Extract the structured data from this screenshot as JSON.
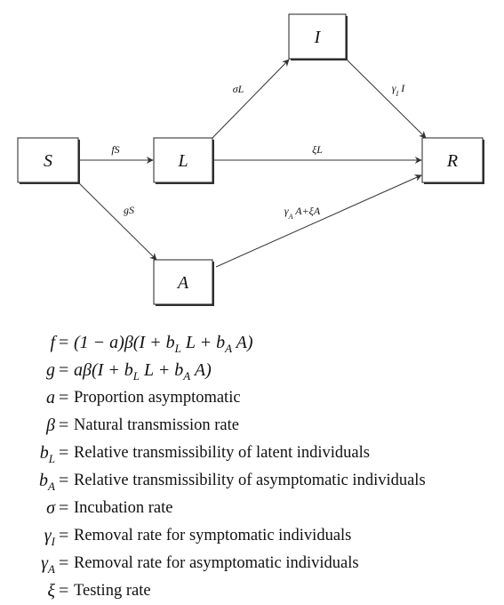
{
  "diagram": {
    "nodes": [
      {
        "id": "S",
        "label": "S"
      },
      {
        "id": "L",
        "label": "L"
      },
      {
        "id": "I",
        "label": "I"
      },
      {
        "id": "A",
        "label": "A"
      },
      {
        "id": "R",
        "label": "R"
      }
    ],
    "edges": [
      {
        "from": "S",
        "to": "L",
        "label": "fS"
      },
      {
        "from": "L",
        "to": "I",
        "label": "σL"
      },
      {
        "from": "I",
        "to": "R",
        "label": "γ_I I"
      },
      {
        "from": "L",
        "to": "R",
        "label": "ξL"
      },
      {
        "from": "S",
        "to": "A",
        "label": "gS"
      },
      {
        "from": "A",
        "to": "R",
        "label": "γ_A A+ξA"
      }
    ]
  },
  "definitions": [
    {
      "symbol": "f",
      "value": "(1 − a)β(I + b_L L + b_A A)",
      "math": true
    },
    {
      "symbol": "g",
      "value": "aβ(I + b_L L + b_A A)",
      "math": true
    },
    {
      "symbol": "a",
      "value": "Proportion asymptomatic",
      "math": false
    },
    {
      "symbol": "β",
      "value": "Natural transmission rate",
      "math": false
    },
    {
      "symbol": "b_L",
      "value": "Relative transmissibility of latent individuals",
      "math": false
    },
    {
      "symbol": "b_A",
      "value": "Relative transmissibility of asymptomatic individuals",
      "math": false
    },
    {
      "symbol": "σ",
      "value": "Incubation rate",
      "math": false
    },
    {
      "symbol": "γ_I",
      "value": "Removal rate for symptomatic individuals",
      "math": false
    },
    {
      "symbol": "γ_A",
      "value": "Removal rate for asymptomatic individuals",
      "math": false
    },
    {
      "symbol": "ξ",
      "value": "Testing rate",
      "math": false
    }
  ]
}
